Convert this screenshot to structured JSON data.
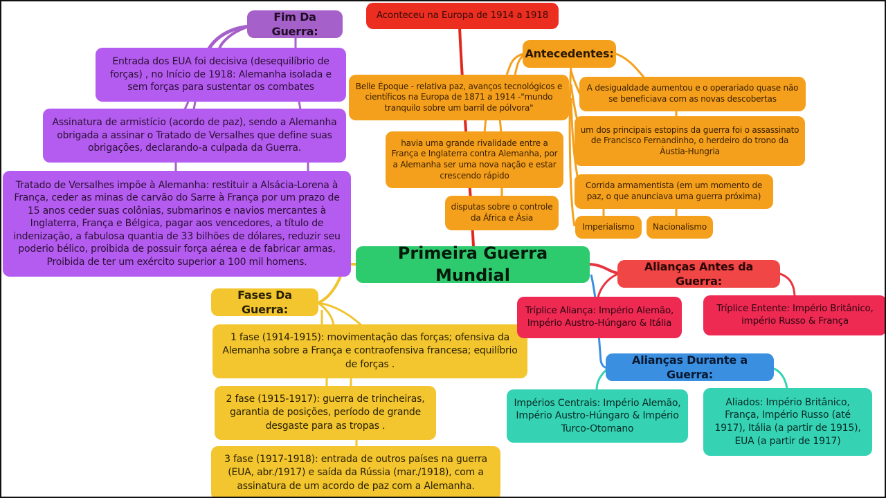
{
  "diagram": {
    "type": "mind-map",
    "central": {
      "label": "Primeira Guerra Mundial",
      "color": "#2ecb6e"
    },
    "top": {
      "label": "Aconteceu na Europa de 1914 a 1918",
      "color": "#ec2e21"
    },
    "fim_da_guerra": {
      "title": "Fim Da Guerra:",
      "color": "#a561c9",
      "items": [
        "Entrada dos EUA foi decisiva (desequilíbrio de forças) , no Início de 1918: Alemanha isolada e sem forças para sustentar os combates",
        "Assinatura de armistício (acordo de paz), sendo a Alemanha obrigada a assinar o Tratado de Versalhes que define suas obrigações, declarando-a culpada da Guerra.",
        "Tratado de Versalhes impõe à Alemanha: restituir a Alsácia-Lorena à França, ceder as minas de carvão do Sarre à França por um prazo de 15 anos ceder suas colônias, submarinos e navios mercantes à Inglaterra, França e Bélgica, pagar aos vencedores, a título de indenização, a fabulosa quantia de 33 bilhões de dólares, reduzir seu poderio bélico, proibida de possuir força aérea e de fabricar armas, Proibida de ter um exército superior a 100 mil homens."
      ]
    },
    "antecedentes": {
      "title": "Antecedentes:",
      "color": "#f5a01c",
      "items": [
        "Belle Époque - relativa paz, avanços tecnológicos e científicos na Europa de 1871 a 1914 -\"mundo tranquilo sobre um barril de pólvora\"",
        "havia uma grande rivalidade entre a França e Inglaterra contra Alemanha, por a Alemanha ser uma nova nação e estar crescendo rápido",
        "disputas sobre o controle da África e Ásia",
        "A desigualdade aumentou e o operariado quase não se beneficiava com as novas descobertas",
        "um dos principais estopins da guerra foi o assassinato de Francisco Fernandinho, o herdeiro do trono da Áustia-Hungria",
        "Corrida armamentista (em um momento de paz, o que anunciava uma guerra próxima)",
        "Imperialismo",
        "Nacionalismo"
      ]
    },
    "fases": {
      "title": "Fases Da Guerra:",
      "color": "#f3c630",
      "items": [
        "1 fase (1914-1915): movimentação das forças; ofensiva da Alemanha sobre a França e contraofensiva francesa; equilíbrio de forças .",
        "2 fase (1915-1917): guerra de trincheiras, garantia de posições, período de grande desgaste para as tropas .",
        "3 fase (1917-1918): entrada de outros países na guerra (EUA, abr./1917) e saída da Rússia (mar./1918), com a assinatura de um acordo de paz com a Alemanha."
      ]
    },
    "aliancas_antes": {
      "title": "Alianças Antes da Guerra:",
      "color": "#f04646",
      "items": [
        "Tríplice Aliança: Império Alemão, Império Austro-Húngaro & Itália",
        "Tríplice Entente: Império Britânico, império Russo & França"
      ]
    },
    "aliancas_durante": {
      "title": "Alianças Durante a Guerra:",
      "color": "#3a8fe0",
      "items": [
        "Impérios Centrais: Império Alemão, Império Austro-Húngaro & Império Turco-Otomano",
        "Aliados: Império Britânico, França, Império Russo (até 1917), Itália (a partir de 1915), EUA (a partir de 1917)"
      ]
    }
  }
}
